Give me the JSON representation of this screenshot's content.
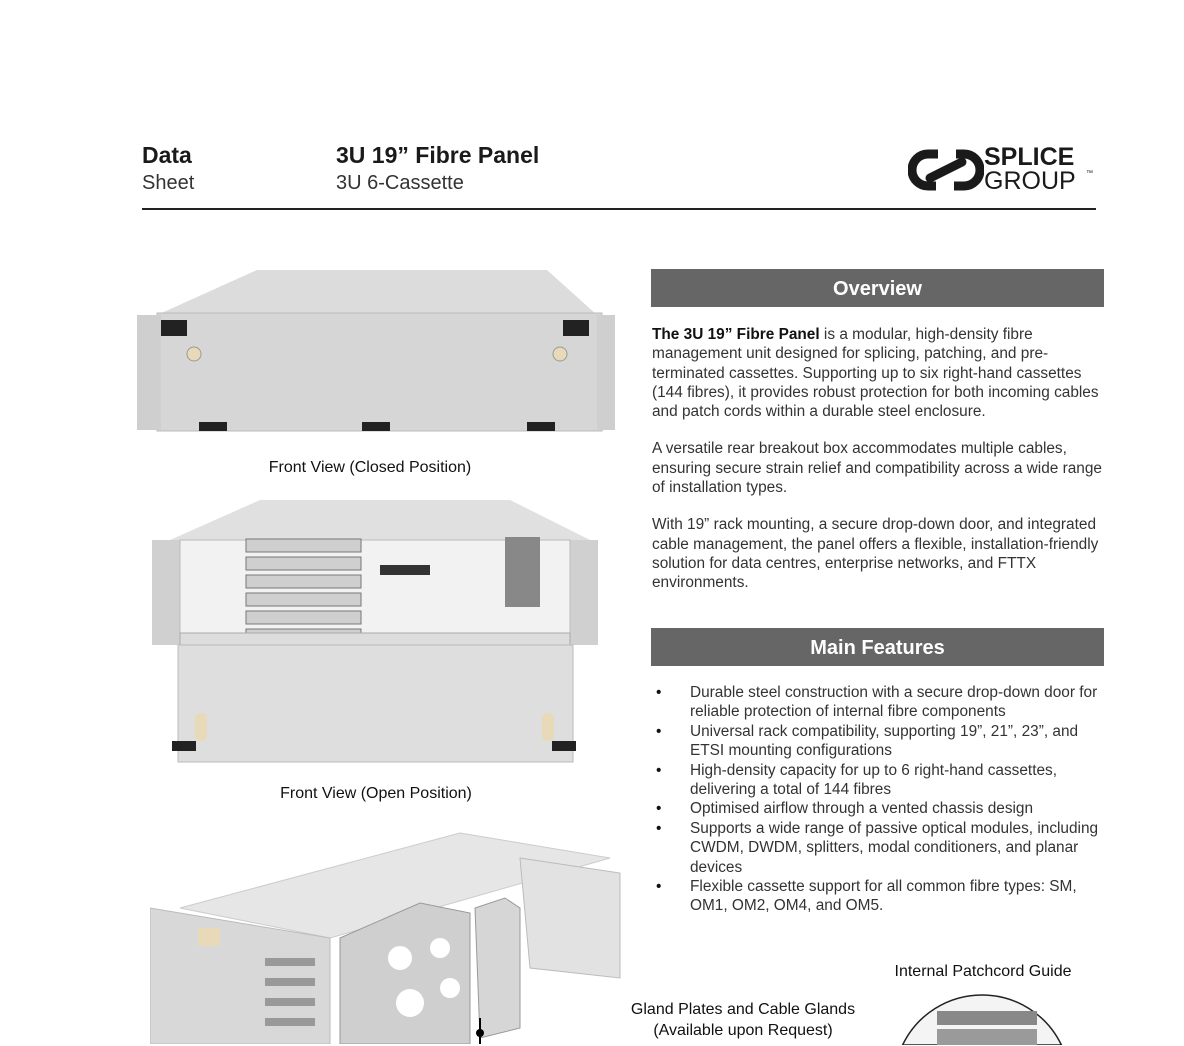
{
  "header": {
    "doc_type_bold": "Data",
    "doc_type_sub": "Sheet",
    "title": "3U 19” Fibre Panel",
    "subtitle": "3U 6-Cassette",
    "logo": {
      "line1": "SPLICE",
      "line2": "GROUP",
      "tm": "™"
    }
  },
  "figures": {
    "closed_caption": "Front View (Closed Position)",
    "open_caption": "Front View (Open Position)",
    "gland_caption_1": "Gland Plates and Cable Glands",
    "gland_caption_2": "(Available upon Request)",
    "patchcord_caption": "Internal Patchcord Guide"
  },
  "overview": {
    "heading": "Overview",
    "p1_bold": "The 3U 19” Fibre Panel",
    "p1_rest": " is a modular, high-density fibre management unit designed for splicing, patching, and pre-terminated cassettes. Supporting up to six right-hand cassettes (144 fibres), it provides robust protection for both incoming cables and patch cords within a durable steel enclosure.",
    "p2": "A versatile rear breakout box accommodates multiple cables, ensuring secure strain relief and compatibility across a wide range of installation types.",
    "p3": "With 19” rack mounting, a secure drop-down door, and integrated cable management, the panel offers a flexible, installation-friendly solution for data centres, enterprise networks, and FTTX environments."
  },
  "features": {
    "heading": "Main Features",
    "items": [
      "Durable steel construction with a secure drop-down door for reliable protection of internal fibre components",
      "Universal rack compatibility, supporting 19”, 21”, 23”, and ETSI mounting configurations",
      "High-density capacity for up to 6 right-hand cassettes, delivering a total of 144 fibres",
      "Optimised airflow through a vented chassis design",
      "Supports a wide range of passive optical modules, including CWDM, DWDM, splitters, modal conditioners, and planar devices",
      "Flexible cassette support for all common fibre types: SM, OM1, OM2, OM4, and OM5."
    ]
  }
}
